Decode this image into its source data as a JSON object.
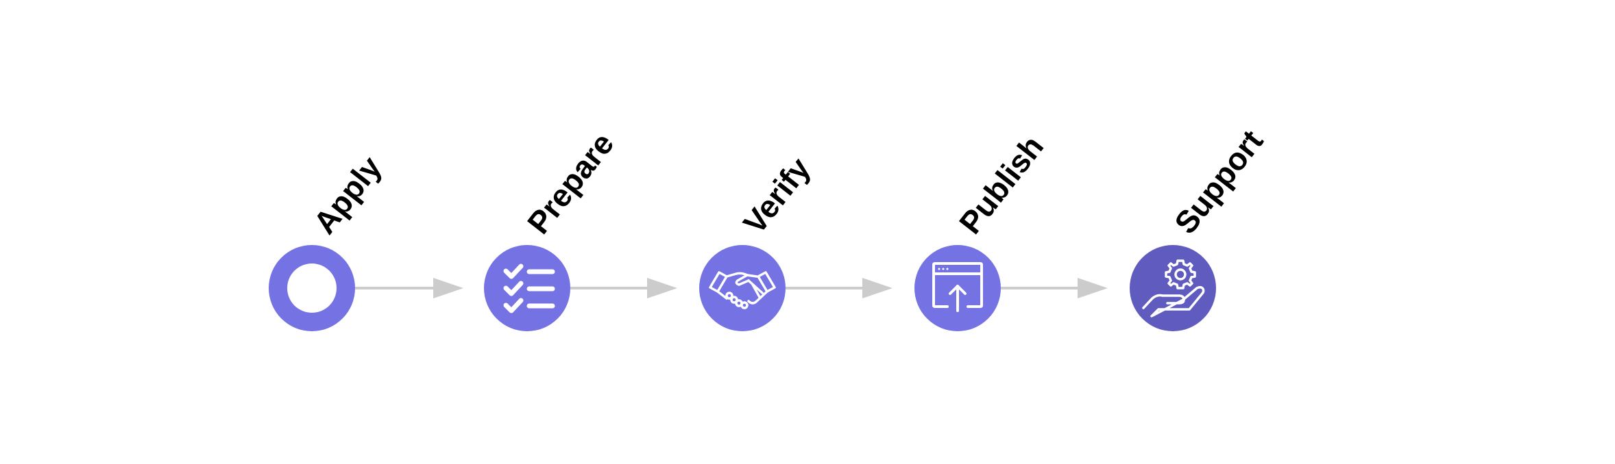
{
  "flow": {
    "steps": [
      {
        "label": "Apply",
        "icon": "ring-icon",
        "color": "#7572e3"
      },
      {
        "label": "Prepare",
        "icon": "checklist-icon",
        "color": "#7572e3"
      },
      {
        "label": "Verify",
        "icon": "handshake-icon",
        "color": "#7572e3"
      },
      {
        "label": "Publish",
        "icon": "browser-upload-icon",
        "color": "#7572e3"
      },
      {
        "label": "Support",
        "icon": "gear-hand-icon",
        "color": "#5f5bbf"
      }
    ],
    "arrow_color": "#cccccc",
    "icon_color": "#ffffff"
  }
}
